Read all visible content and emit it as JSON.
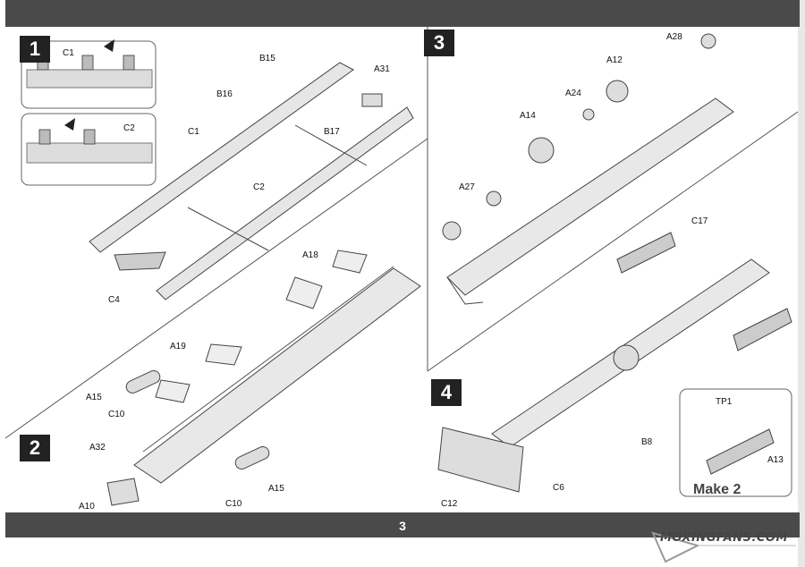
{
  "page": {
    "page_number": "3",
    "watermark": "MOXINGFANS.COM",
    "stamp": "Make 2"
  },
  "steps": [
    {
      "number": "1",
      "labels": [
        "C1",
        "C2",
        "B15",
        "B16",
        "A31",
        "B17",
        "C4"
      ]
    },
    {
      "number": "2",
      "labels": [
        "A18",
        "A19",
        "A15",
        "C10",
        "A32",
        "A10",
        "A15",
        "C10"
      ]
    },
    {
      "number": "3",
      "labels": [
        "A28",
        "A12",
        "A24",
        "A14",
        "A27"
      ]
    },
    {
      "number": "4",
      "labels": [
        "C17",
        "TP1",
        "A13",
        "B8",
        "C12",
        "C6"
      ]
    }
  ]
}
